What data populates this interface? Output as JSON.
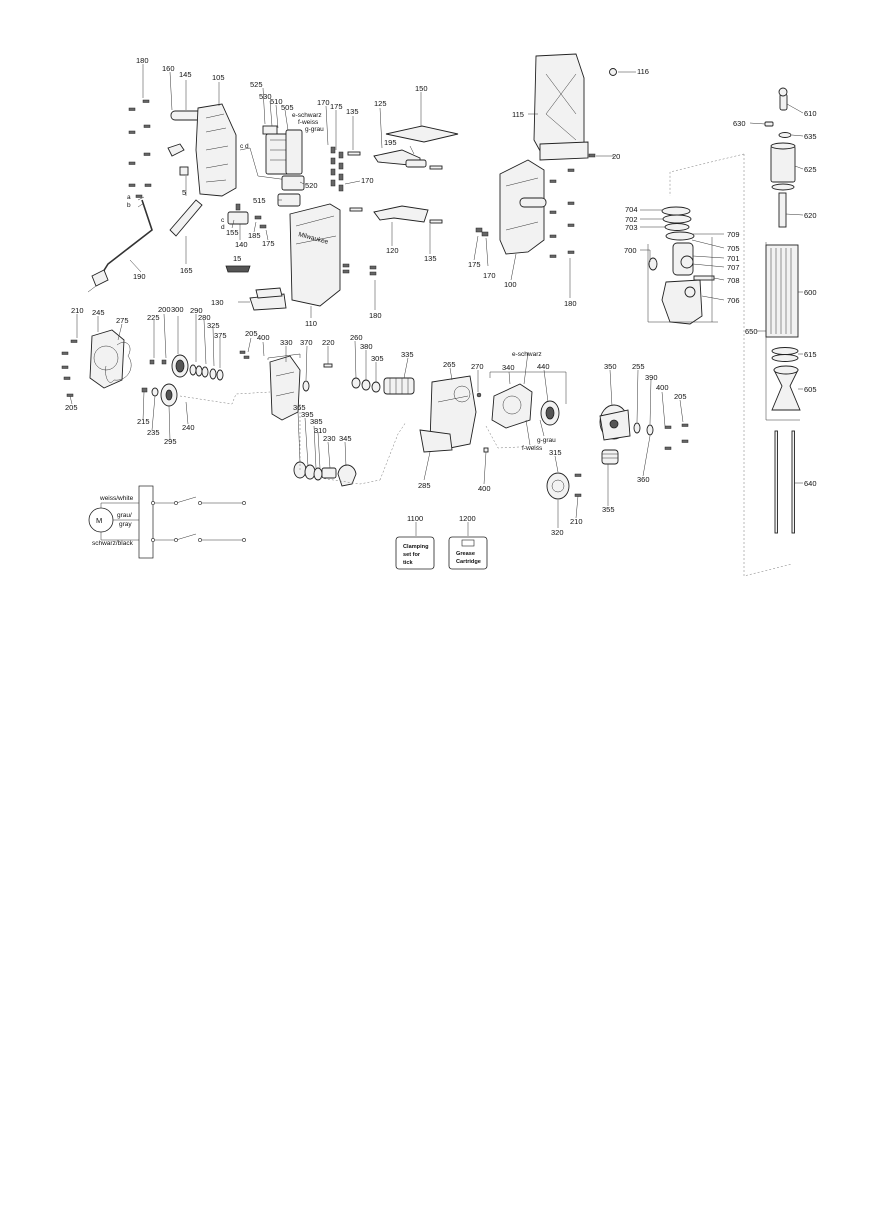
{
  "parts": {
    "p180a": "180",
    "p160": "160",
    "p145": "145",
    "p105": "105",
    "p525": "525",
    "p530": "530",
    "p510": "510",
    "p505": "505",
    "e_schwarz_top": "e-schwarz",
    "f_weiss_top": "f-weiss",
    "g_grau_top": "g-grau",
    "p170a": "170",
    "p175a": "175",
    "p135a": "135",
    "p125": "125",
    "p150": "150",
    "p195": "195",
    "p170b": "170",
    "p520": "520",
    "p515": "515",
    "cd": "c d",
    "c": "c",
    "d": "d",
    "p5": "5",
    "a": "a",
    "b": "b",
    "p155": "155",
    "p140": "140",
    "p185": "185",
    "p175b": "175",
    "p165": "165",
    "p190": "190",
    "p15": "15",
    "p110": "110",
    "p130": "130",
    "p120": "120",
    "p135b": "135",
    "p180b": "180",
    "p116": "116",
    "p115": "115",
    "p20": "20",
    "p175c": "175",
    "p170c": "170",
    "p100": "100",
    "p180c": "180",
    "p610": "610",
    "p630": "630",
    "p635": "635",
    "p625": "625",
    "p620": "620",
    "p704": "704",
    "p702": "702",
    "p703": "703",
    "p709": "709",
    "p700": "700",
    "p705": "705",
    "p701": "701",
    "p707": "707",
    "p708": "708",
    "p706": "706",
    "p600": "600",
    "p650": "650",
    "p615": "615",
    "p605": "605",
    "p640": "640",
    "p210a": "210",
    "p245": "245",
    "p275": "275",
    "p205a": "205",
    "p200": "200",
    "p225": "225",
    "p300": "300",
    "p290": "290",
    "p280": "280",
    "p325": "325",
    "p375": "375",
    "p215": "215",
    "p235": "235",
    "p295": "295",
    "p240": "240",
    "p205b": "205",
    "p400a": "400",
    "p330": "330",
    "p370": "370",
    "p220": "220",
    "p365": "365",
    "p395": "395",
    "p385": "385",
    "p310": "310",
    "p230": "230",
    "p345": "345",
    "p260": "260",
    "p380": "380",
    "p305": "305",
    "p335": "335",
    "p265": "265",
    "p270": "270",
    "e_schwarz_mid": "e-schwarz",
    "p340": "340",
    "p440": "440",
    "g_grau_mid": "g-grau",
    "f_weiss_mid": "f-weiss",
    "p285": "285",
    "p400b": "400",
    "p350": "350",
    "p255": "255",
    "p390": "390",
    "p400c": "400",
    "p205c": "205",
    "p315": "315",
    "p355": "355",
    "p360": "360",
    "p210b": "210",
    "p320": "320",
    "p1100": "1100",
    "p1200": "1200"
  },
  "boxes": {
    "clamping": [
      "Clamping",
      "set for",
      "tick"
    ],
    "grease": [
      "Grease",
      "Cartridge"
    ]
  },
  "wiring": {
    "motor": "M",
    "white": "weiss/white",
    "gray_1": "grau/",
    "gray_2": "gray",
    "black": "schwarz/black"
  },
  "brand": "Milwaukee"
}
